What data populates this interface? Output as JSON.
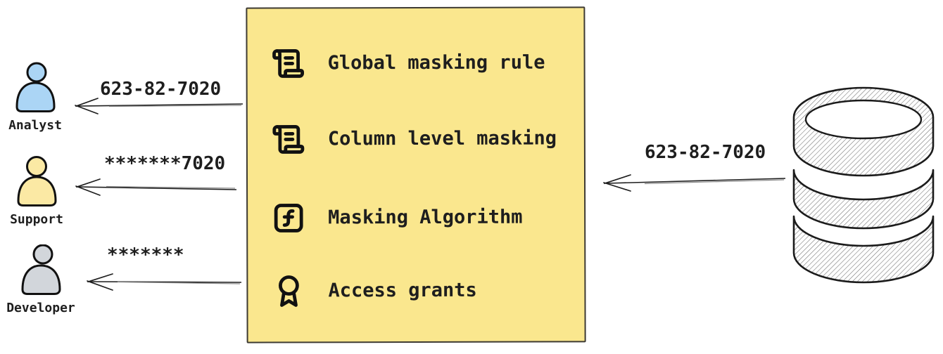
{
  "diagram": {
    "text_color": "#1e1e1e",
    "personas": [
      {
        "name": "Analyst",
        "arrow_label": "623-82-7020",
        "fill": "#abd5f5"
      },
      {
        "name": "Support",
        "arrow_label": "*******7020",
        "fill": "#fbe9a4"
      },
      {
        "name": "Developer",
        "arrow_label": "*******",
        "fill": "#d2d6db"
      }
    ],
    "masking_box": {
      "fill": "#fae78e",
      "border": "#3d3a33",
      "items": [
        {
          "icon": "scroll-text-icon",
          "label": "Global masking rule"
        },
        {
          "icon": "scroll-text-icon",
          "label": "Column level masking"
        },
        {
          "icon": "function-icon",
          "label": "Masking Algorithm"
        },
        {
          "icon": "award-icon",
          "label": "Access grants"
        }
      ]
    },
    "database": {
      "icon": "database-icon",
      "arrow_label": "623-82-7020"
    }
  }
}
